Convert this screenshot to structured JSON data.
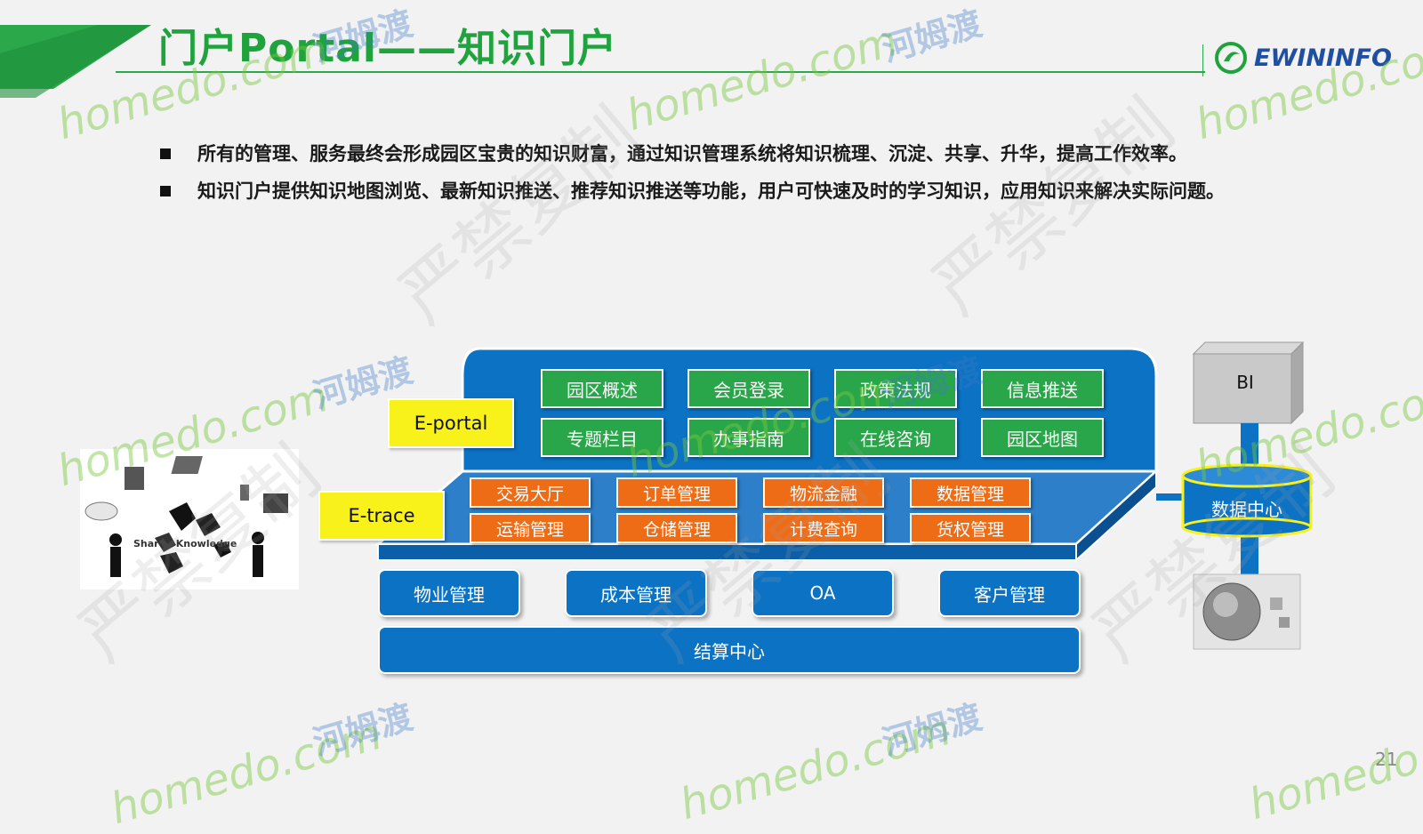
{
  "slide": {
    "title": "门户Portal——知识门户",
    "logo_text": "EWININFO",
    "page_number": "21",
    "accent_color": "#1fa33c"
  },
  "bullets": [
    "所有的管理、服务最终会形成园区宝贵的知识财富，通过知识管理系统将知识梳理、沉淀、共享、升华，提高工作效率。",
    "知识门户提供知识地图浏览、最新知识推送、推荐知识推送等功能，用户可快速及时的学习知识，应用知识来解决实际问题。"
  ],
  "diagram": {
    "portal_label": "E-portal",
    "trace_label": "E-trace",
    "portal_modules": [
      "园区概述",
      "会员登录",
      "政策法规",
      "信息推送",
      "专题栏目",
      "办事指南",
      "在线咨询",
      "园区地图"
    ],
    "trace_modules": [
      "交易大厅",
      "订单管理",
      "物流金融",
      "数据管理",
      "运输管理",
      "仓储管理",
      "计费查询",
      "货权管理"
    ],
    "base_modules": [
      "物业管理",
      "成本管理",
      "OA",
      "客户管理"
    ],
    "settlement": "结算中心",
    "bi_label": "BI",
    "data_center_label": "数据中心",
    "knowledge_image_label": "Shared Knowledge",
    "colors": {
      "portal_blue": "#0b72c4",
      "green_module": "#2aa64a",
      "orange_module": "#ef6c16",
      "label_yellow": "#f8f21a"
    }
  },
  "watermarks": {
    "site": "homedo.com",
    "cn_name": "河姆渡",
    "forbid_copy": "严禁复制"
  }
}
